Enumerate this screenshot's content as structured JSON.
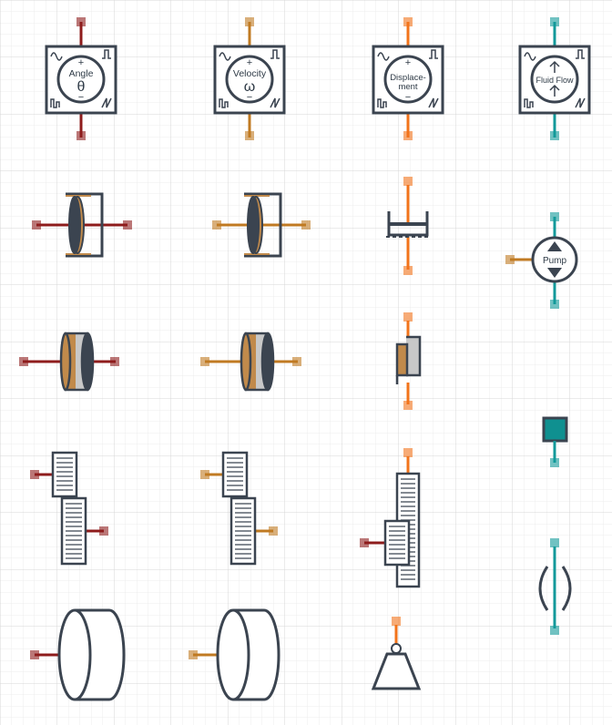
{
  "colors": {
    "stroke": "#3b4450",
    "angle": "#8e1c1c",
    "velocity": "#c07a22",
    "displacement": "#f2731a",
    "fluid": "#13999a",
    "teal_fill": "#0f9090",
    "gold_fill": "#c18a4b",
    "grey_fill": "#c8c8c8",
    "dark_fill": "#3b4450",
    "grid_minor": "#ececec",
    "grid_major": "#d7d7d7"
  },
  "sources": {
    "angle": {
      "name": "Angle",
      "symbol": "θ"
    },
    "velocity": {
      "name": "Velocity",
      "symbol": "ω"
    },
    "displacement": {
      "line1": "Displace-",
      "line2": "ment"
    },
    "fluid": {
      "name": "Fluid Flow"
    },
    "plus": "+",
    "minus": "−"
  },
  "pump": {
    "label": "Pump"
  },
  "icons": [
    "angle-source-icon",
    "velocity-source-icon",
    "displacement-source-icon",
    "fluid-flow-source-icon",
    "rotational-damper-icon",
    "translational-damper-icon",
    "pump-icon",
    "rotational-inertia-icon",
    "translational-mass-icon",
    "fluid-terminal-icon",
    "gear-pair-icon",
    "rack-pinion-icon",
    "fluid-orifice-icon",
    "drum-icon",
    "ground-icon"
  ]
}
